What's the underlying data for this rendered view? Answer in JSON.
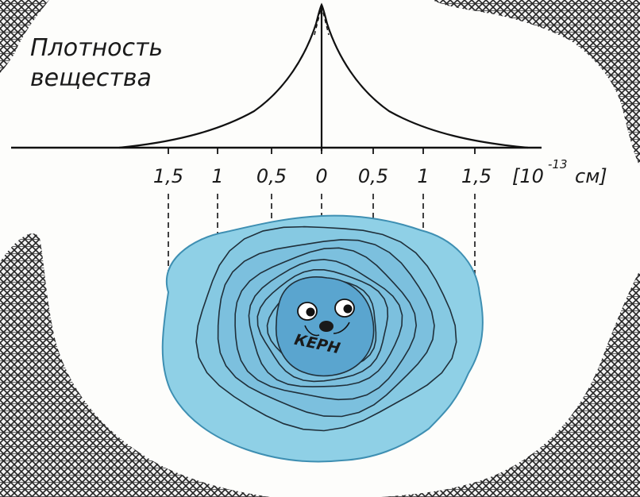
{
  "title_line1": "Плотность",
  "title_line2": "вещества",
  "axis_unit_prefix": "[10",
  "axis_unit_exponent": "-13",
  "axis_unit_suffix": "см]",
  "tick_labels": [
    "1,5",
    "1",
    "0,5",
    "0",
    "0,5",
    "1",
    "1,5"
  ],
  "core_label": "КЕРН",
  "colors": {
    "ink": "#1a1a1a",
    "cloud_outer": "#8fd0e6",
    "cloud_inner": "#6fb8d9",
    "core": "#5aa5cf",
    "hatch": "#2a2a2a"
  },
  "icons": [
    "density-peak-curve",
    "nucleus-face",
    "crosshatch-corner"
  ]
}
